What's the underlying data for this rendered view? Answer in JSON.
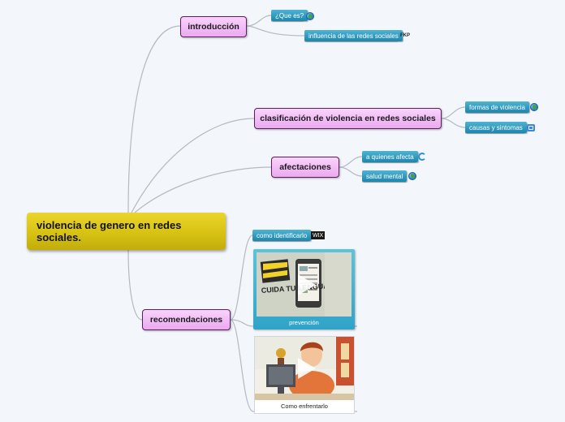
{
  "central_topic": "violencia de genero en redes sociales.",
  "main_topics": [
    {
      "label": "introducción",
      "subtopics": [
        {
          "label": "¿Que es?",
          "icon": "globe-link-icon"
        },
        {
          "label": "influencia de las redes sociales",
          "tag": "FKP"
        }
      ]
    },
    {
      "label": "clasificación de violencia en redes sociales",
      "subtopics": [
        {
          "label": "formas de violencia",
          "icon": "globe-link-icon"
        },
        {
          "label": "causas y sintomas",
          "icon": "app-icon"
        }
      ]
    },
    {
      "label": "afectaciones",
      "subtopics": [
        {
          "label": "a quienes afecta",
          "icon": "refresh-icon"
        },
        {
          "label": "salud mental",
          "icon": "globe-link-icon"
        }
      ]
    },
    {
      "label": "recomendaciones",
      "subtopics": [
        {
          "label": "como identificarlo",
          "tag": "WIX"
        },
        {
          "label": "prevención",
          "type": "video",
          "thumbnail_text": "CUIDA TU LENGUAJE"
        },
        {
          "label": "Como enfrentarlo",
          "type": "video"
        }
      ]
    }
  ],
  "colors": {
    "central": "#d7c214",
    "main_topic": "#f4c2f7",
    "main_topic_border": "#5a1f5c",
    "subtopic": "#2794bb",
    "connector": "#b3bac4",
    "background": "#f3f6fa"
  }
}
